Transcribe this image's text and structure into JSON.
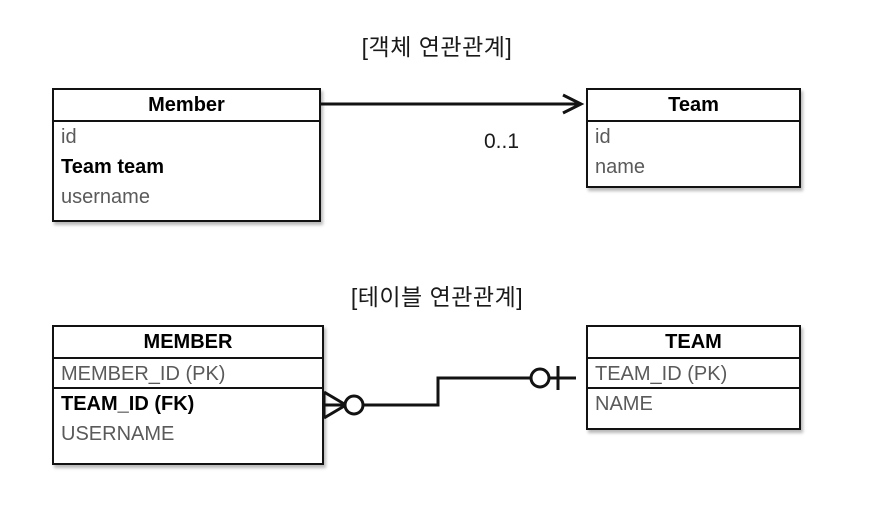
{
  "diagram": {
    "background_color": "#ffffff",
    "line_color": "#121212",
    "attr_color": "#5a5a5a",
    "emphasis_color": "#000000"
  },
  "sections": {
    "object": {
      "title": "[객체 연관관계]",
      "member_class": {
        "name": "Member",
        "attributes": [
          {
            "label": "id",
            "emphasis": false
          },
          {
            "label": "Team team",
            "emphasis": true
          },
          {
            "label": "username",
            "emphasis": false
          }
        ]
      },
      "team_class": {
        "name": "Team",
        "attributes": [
          {
            "label": "id",
            "emphasis": false
          },
          {
            "label": "name",
            "emphasis": false
          }
        ]
      },
      "association": {
        "multiplicity": "0..1",
        "arrow": "open-arrow",
        "direction": "member-to-team"
      }
    },
    "table": {
      "title": "[테이블 연관관계]",
      "member_table": {
        "name": "MEMBER",
        "columns": [
          {
            "label": "MEMBER_ID (PK)",
            "emphasis": false
          },
          {
            "label": "TEAM_ID (FK)",
            "emphasis": true
          },
          {
            "label": "USERNAME",
            "emphasis": false
          }
        ]
      },
      "team_table": {
        "name": "TEAM",
        "columns": [
          {
            "label": "TEAM_ID (PK)",
            "emphasis": false
          },
          {
            "label": "NAME",
            "emphasis": false
          }
        ]
      },
      "relationship": {
        "left_notation": "zero-or-many",
        "right_notation": "zero-or-one"
      }
    }
  }
}
